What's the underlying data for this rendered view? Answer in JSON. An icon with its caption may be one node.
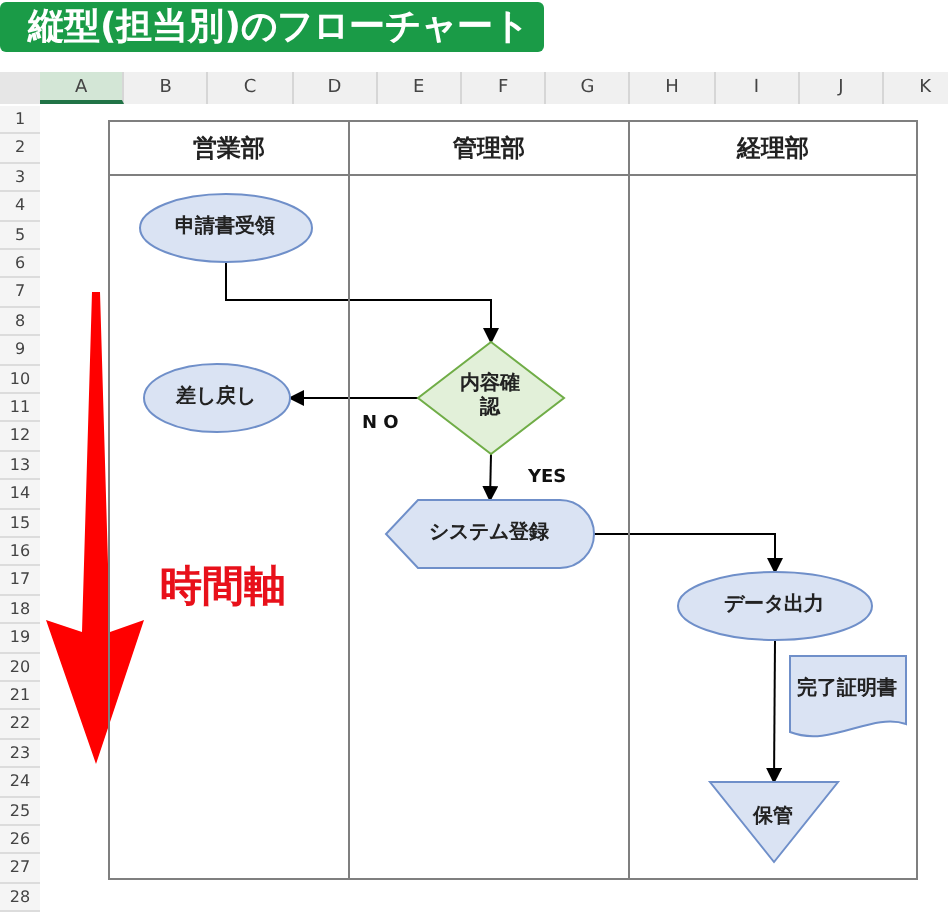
{
  "diagram": {
    "title": "縦型(担当別)のフローチャート",
    "nodes": [
      {
        "text": [
          "営業部"
        ]
      },
      {
        "text": [
          "管理部"
        ]
      },
      {
        "text": [
          "経理部"
        ]
      },
      {
        "text": [
          "申請書受領"
        ],
        "in": 0
      },
      {
        "text": [
          "内容確認"
        ],
        "in": 1
      },
      {
        "text": [
          "差し戻し"
        ],
        "in": 0
      },
      {
        "text": [
          "システム登録"
        ],
        "in": 1
      },
      {
        "text": [
          "データ出力"
        ],
        "in": 2
      },
      {
        "text": [
          "完了証明書"
        ],
        "in": 2
      },
      {
        "text": [
          "保管"
        ],
        "in": 2
      }
    ],
    "edges": [
      {
        "from": 3,
        "to": 4,
        "arrow": "to"
      },
      {
        "from": 4,
        "to": 5,
        "arrow": "to",
        "label": "N O"
      },
      {
        "from": 4,
        "to": 6,
        "arrow": "to",
        "label": "YES"
      },
      {
        "from": 6,
        "to": 7,
        "arrow": "to"
      },
      {
        "from": 7,
        "to": 9,
        "arrow": "to"
      }
    ],
    "labels": [
      "A",
      "B",
      "C",
      "D",
      "E",
      "F",
      "G",
      "H",
      "I",
      "J",
      "K",
      "1",
      "2",
      "3",
      "4",
      "5",
      "6",
      "7",
      "8",
      "9",
      "10",
      "11",
      "12",
      "13",
      "14",
      "15",
      "16",
      "17",
      "18",
      "19",
      "20",
      "21",
      "22",
      "23",
      "24",
      "25",
      "26",
      "27",
      "28",
      "時間軸"
    ]
  }
}
